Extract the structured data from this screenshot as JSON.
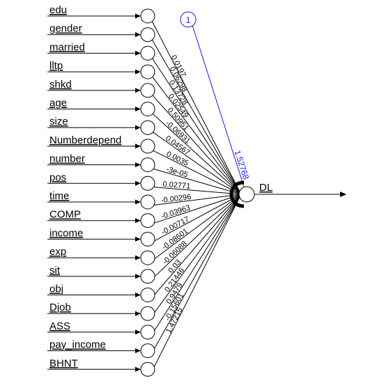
{
  "network": {
    "inputs": [
      "edu",
      "gender",
      "married",
      "lltp",
      "shkd",
      "age",
      "size",
      "Numberdepend",
      "number",
      "pos",
      "time",
      "COMP",
      "income",
      "exp",
      "sit",
      "obj",
      "Djob",
      "ASS",
      "pay_income",
      "BHNT"
    ],
    "weights": [
      "0.0197",
      "0.06298",
      "0.13728",
      "0.02549",
      "0.50951",
      "-0.06931",
      "0.04567",
      "0.0035",
      "-3e-05",
      "0.02771",
      "-0.00296",
      "-0.03963",
      "-0.00717",
      "-0.08601",
      "-0.06088",
      "0.03",
      "0.21446",
      "0.9479",
      "-0.15601",
      "1.47215"
    ],
    "output": "DL",
    "bias": {
      "label": "1",
      "weight": "1.52768"
    }
  },
  "colors": {
    "edges": "#000000",
    "bias": "#1a1ae6",
    "background": "#ffffff"
  }
}
